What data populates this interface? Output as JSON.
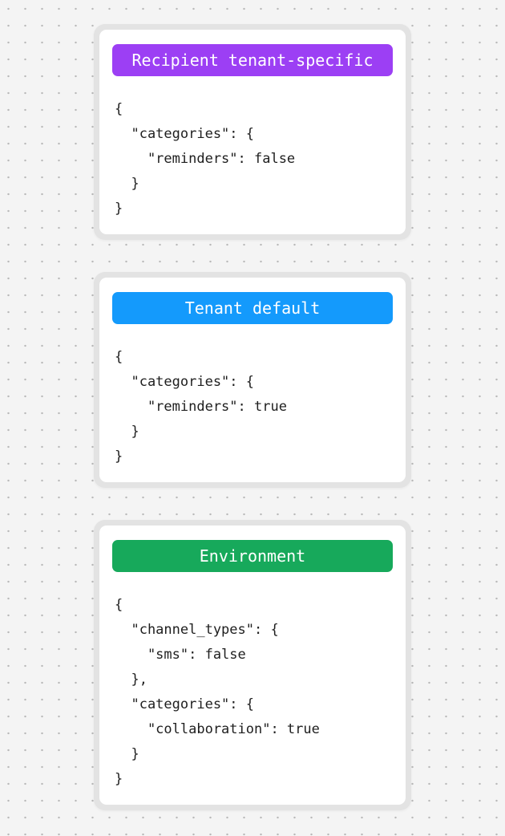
{
  "page": {
    "background": "#f4f4f4",
    "dot_color": "#b8b8b8",
    "card_border_color": "#e3e3e3",
    "card_background": "#ffffff",
    "code_text_color": "#1e1e1e"
  },
  "cards": [
    {
      "badge": {
        "label": "Recipient tenant-specific",
        "color": "#9c3ff4",
        "text_color": "#ffffff"
      },
      "code": "{\n  \"categories\": {\n    \"reminders\": false\n  }\n}"
    },
    {
      "badge": {
        "label": "Tenant default",
        "color": "#149afc",
        "text_color": "#ffffff"
      },
      "code": "{\n  \"categories\": {\n    \"reminders\": true\n  }\n}"
    },
    {
      "badge": {
        "label": "Environment",
        "color": "#17a95b",
        "text_color": "#ffffff"
      },
      "code": "{\n  \"channel_types\": {\n    \"sms\": false\n  },\n  \"categories\": {\n    \"collaboration\": true\n  }\n}"
    }
  ]
}
